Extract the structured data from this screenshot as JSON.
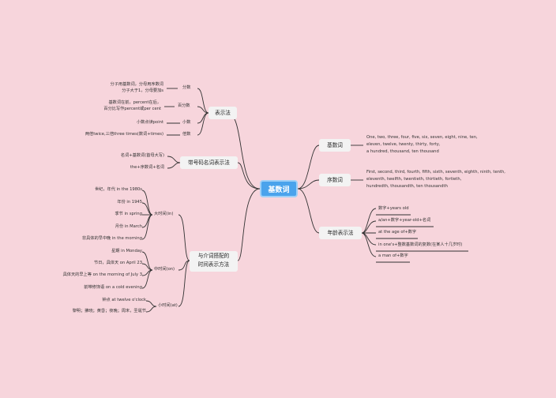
{
  "center": "基数词",
  "right": {
    "cardinal": {
      "label": "基数词",
      "lines": [
        "One, two, three, four, five, six, seven, eight, nine, ten,",
        "eleven, twelve, twenty, thirty, forty,",
        "a hundred, thousand, ten thousand"
      ]
    },
    "ordinal": {
      "label": "序数词",
      "lines": [
        "First, second, third, fourth, fifth, sixth, seventh, eighth, ninth, tenth,",
        "eleventh, twelfth, twentieth, thirtieth, fortieth,",
        "hundredth, thousandth, ten thousandth"
      ]
    },
    "age": {
      "label": "年龄表示法",
      "items": [
        "数字+years old",
        "a/an+数字+year-old+名词",
        "at the age of+数字",
        "in one's+整数基数词的复数(在某人十几岁时)",
        "a man of+数字"
      ]
    }
  },
  "left": {
    "fractions": {
      "label": "表示法",
      "groups": [
        {
          "label": "分数",
          "lines": [
            "分子用基数词，分母用序数词",
            "分子大于1，分母要加s"
          ]
        },
        {
          "label": "百分数",
          "lines": [
            "基数词在前，percent在后，",
            "百分比写作percent或per cent"
          ]
        },
        {
          "label": "小数",
          "lines": [
            "小数点读point"
          ]
        },
        {
          "label": "倍数",
          "lines": [
            "两倍twice,三倍three times(数词+times)"
          ]
        }
      ]
    },
    "numbering": {
      "label": "带号码名词表示法",
      "items": [
        "名词+基数词(首母大写)",
        "the+序数词+名词"
      ]
    },
    "prepositions": {
      "label_line1": "与介词搭配的",
      "label_line2": "时间表示方法",
      "groups": [
        {
          "label": "大时间(in)",
          "items": [
            "世纪，年代 in the 1980s",
            "年份 in 1945",
            "季节 in spring",
            "月份 in March",
            "非具体的早中晚 in the morning"
          ]
        },
        {
          "label": "中时间(on)",
          "items": [
            "星期 in Monday",
            "节日，具体天 on April 23",
            "具体天的早上等 on the morning of July 3",
            "前带修饰语 on a cold evening"
          ]
        },
        {
          "label": "小时间(at)",
          "items": [
            "钟点 at twelve o'clock",
            "黎明；拂晓；黄昏；夜晚；周末，圣诞节"
          ]
        }
      ]
    }
  },
  "colors": {
    "background": "#f7d5dc",
    "center": "#4aa3ec",
    "line": "#333333",
    "node": "#f3f3f3"
  }
}
